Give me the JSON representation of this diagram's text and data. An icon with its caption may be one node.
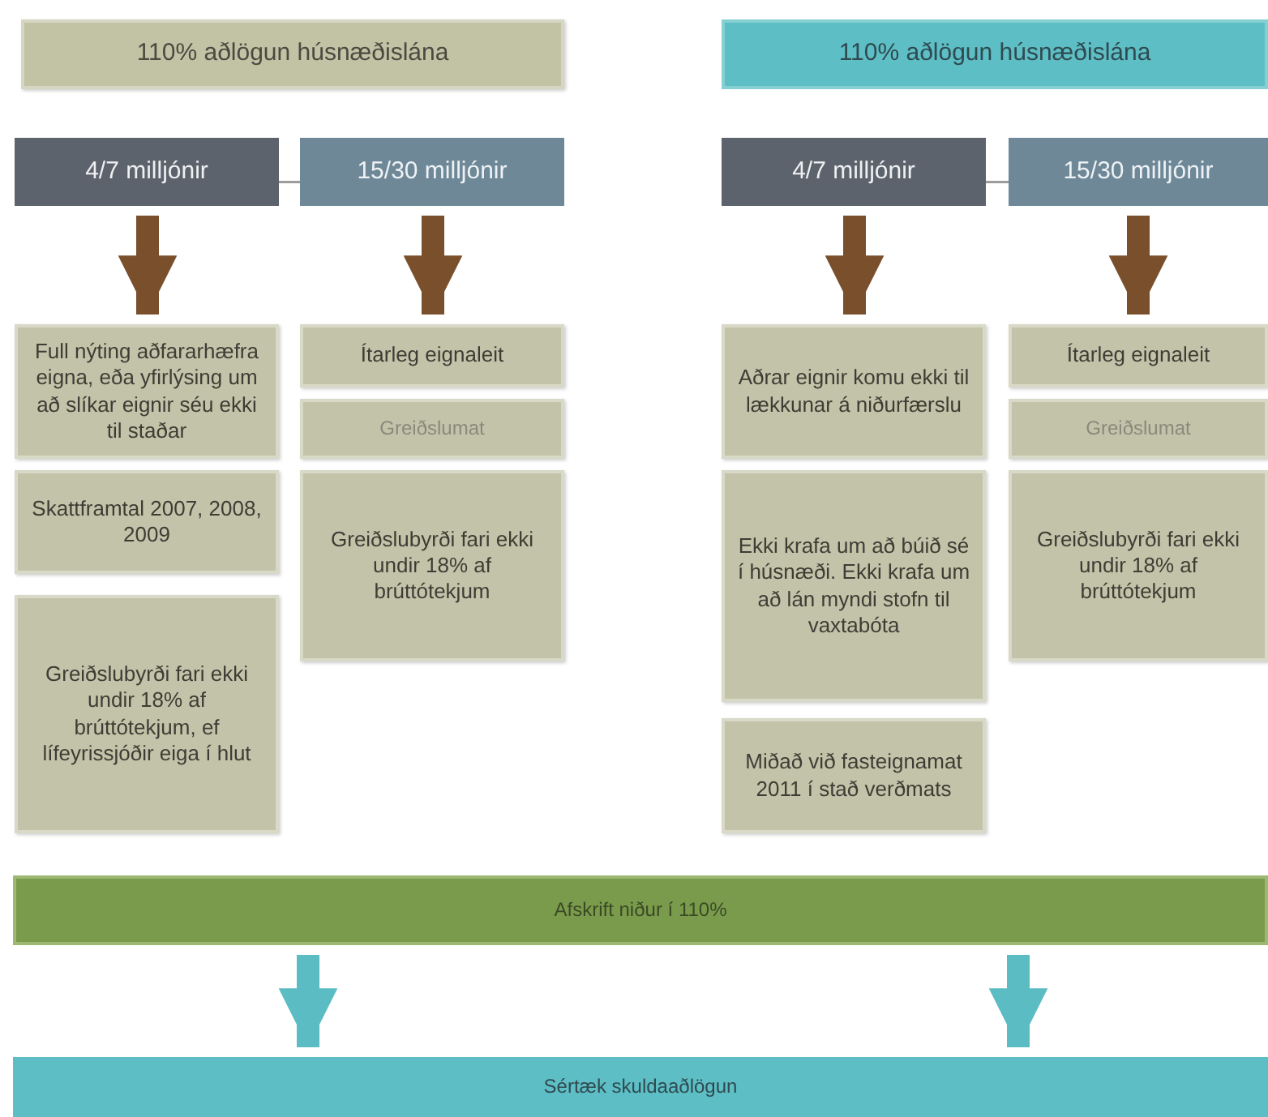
{
  "diagram": {
    "nodes": [
      {
        "text": [
          "110% aðlögun húsnæðislána"
        ]
      },
      {
        "text": [
          "110% aðlögun húsnæðislána"
        ]
      },
      {
        "text": [
          "4/7 milljónir"
        ]
      },
      {
        "text": [
          "15/30 milljónir"
        ]
      },
      {
        "text": [
          "4/7 milljónir"
        ]
      },
      {
        "text": [
          "15/30 milljónir"
        ]
      },
      {
        "text": [
          "Full nýting aðfararhæfra eigna, eða yfirlýsing um að slíkar eignir séu ekki til staðar"
        ]
      },
      {
        "text": [
          "Skattframtal 2007, 2008, 2009"
        ]
      },
      {
        "text": [
          "Greiðslubyrði fari ekki undir 18% af brúttótekjum, ef lífeyrissjóðir eiga í hlut"
        ]
      },
      {
        "text": [
          "Ítarleg eignaleit"
        ]
      },
      {
        "text": [
          "Greiðslumat"
        ]
      },
      {
        "text": [
          "Greiðslubyrði fari ekki undir 18% af brúttótekjum"
        ]
      },
      {
        "text": [
          "Aðrar eignir komu ekki til lækkunar á niðurfærslu"
        ]
      },
      {
        "text": [
          "Ekki krafa um að búið sé í húsnæði. Ekki krafa um að lán myndi stofn til vaxtabóta"
        ]
      },
      {
        "text": [
          "Miðað við fasteignamat 2011 í stað verðmats"
        ]
      },
      {
        "text": [
          "Ítarleg eignaleit"
        ]
      },
      {
        "text": [
          "Greiðslumat"
        ]
      },
      {
        "text": [
          "Greiðslubyrði fari ekki undir 18% af brúttótekjum"
        ]
      },
      {
        "text": [
          "Afskrift niður í 110%"
        ]
      },
      {
        "text": [
          "Sértæk skuldaaðlögun"
        ]
      }
    ],
    "edges": [
      {
        "from": 2,
        "to": 3,
        "arrow": "none",
        "color": "#9a9a9a"
      },
      {
        "from": 4,
        "to": 5,
        "arrow": "none",
        "color": "#9a9a9a"
      },
      {
        "from": 2,
        "to": 6,
        "arrow": "to"
      },
      {
        "from": 3,
        "to": 9,
        "arrow": "to"
      },
      {
        "from": 4,
        "to": 12,
        "arrow": "to"
      },
      {
        "from": 5,
        "to": 15,
        "arrow": "to"
      },
      {
        "from": 18,
        "to": 19,
        "arrow": "to",
        "color": "#5bbcc4"
      },
      {
        "from": 18,
        "to": 19,
        "arrow": "to",
        "color": "#5bbcc4"
      }
    ]
  }
}
